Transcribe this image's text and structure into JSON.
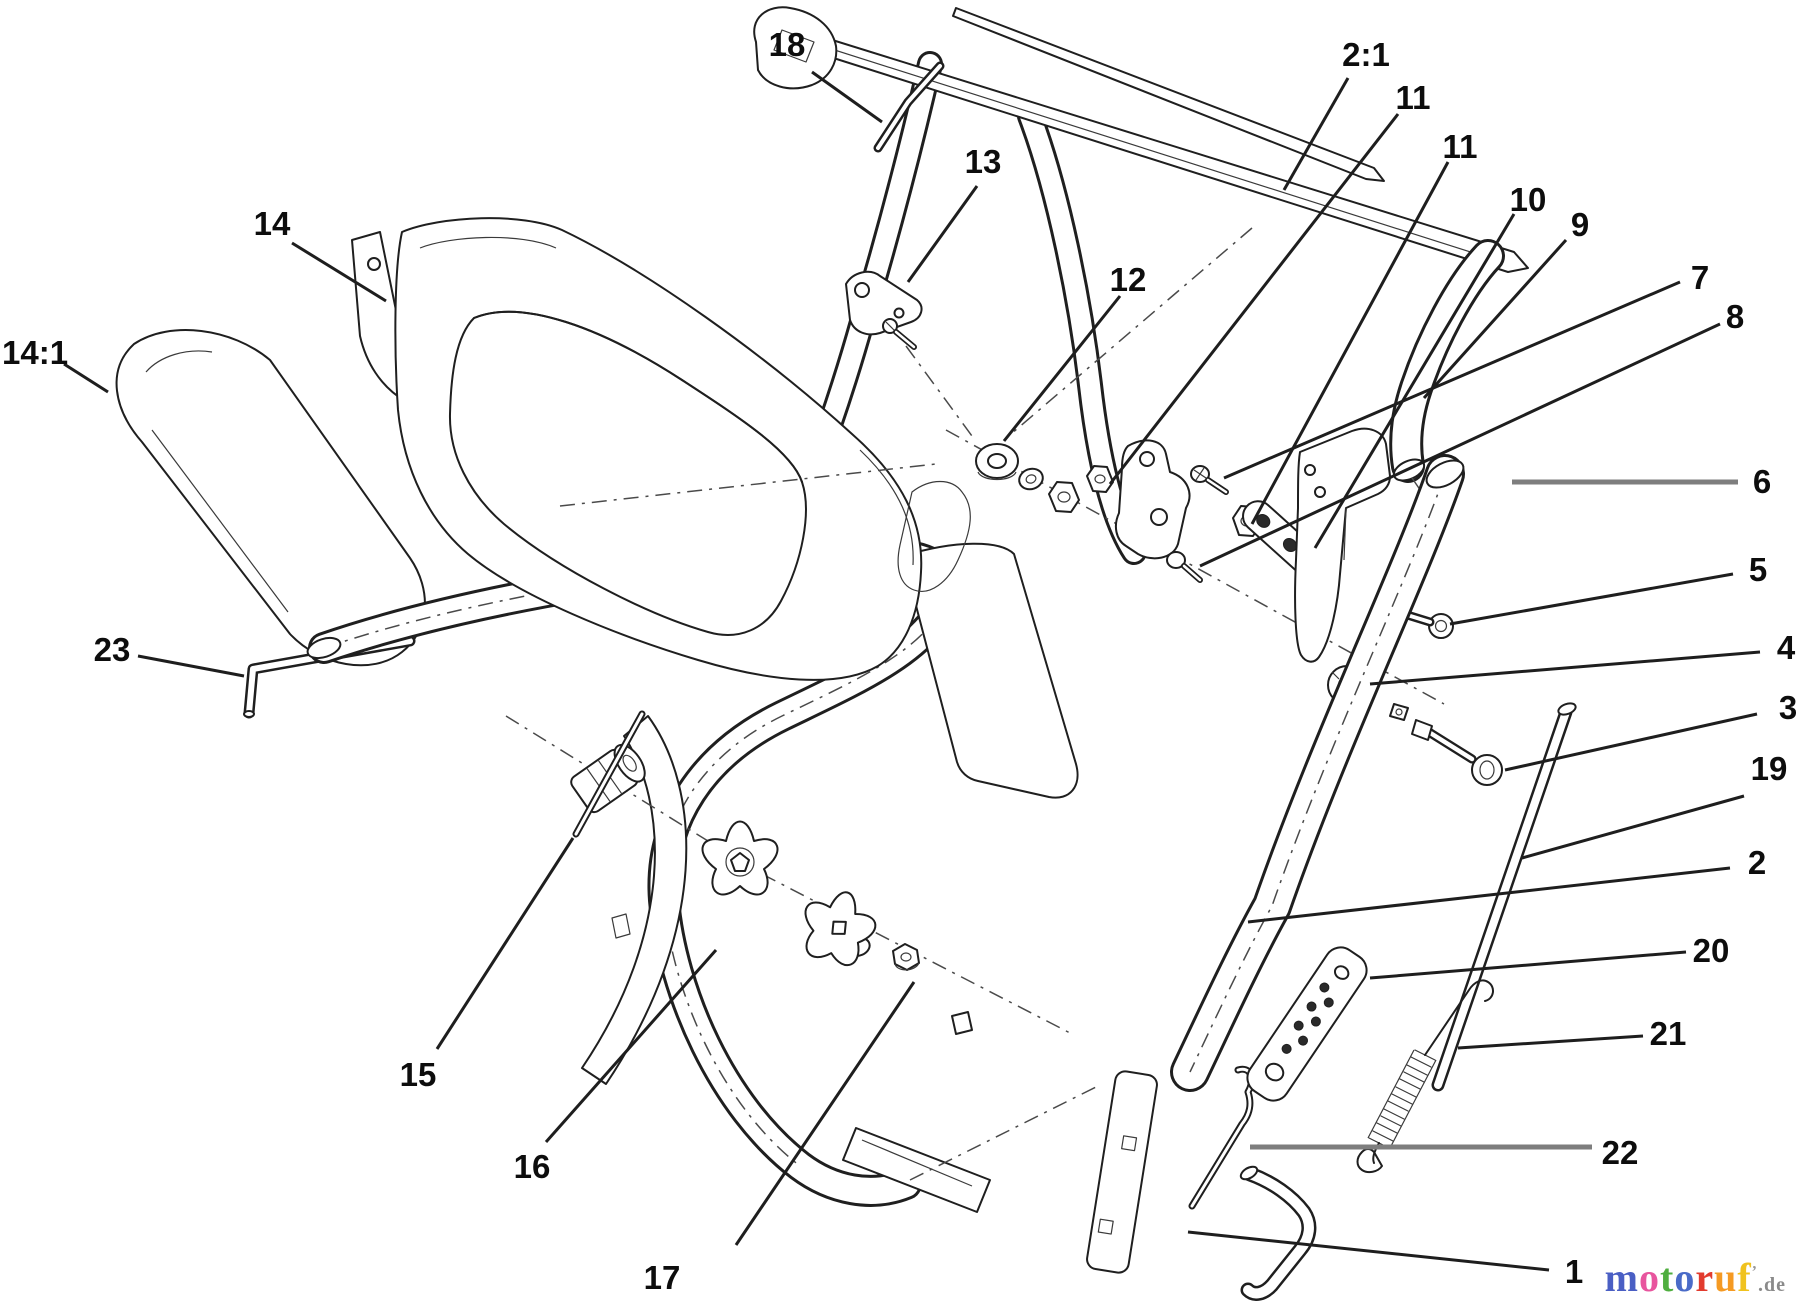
{
  "callouts": {
    "c1": "1",
    "c2": "2",
    "c3": "3",
    "c4": "4",
    "c5": "5",
    "c6": "6",
    "c7": "7",
    "c8": "8",
    "c9": "9",
    "c10": "10",
    "c11a": "11",
    "c11b": "11",
    "c12": "12",
    "c13": "13",
    "c14": "14",
    "c14_1": "14:1",
    "c15": "15",
    "c16": "16",
    "c17": "17",
    "c18": "18",
    "c19": "19",
    "c20": "20",
    "c21": "21",
    "c22": "22",
    "c23": "23",
    "c2_1": "2:1"
  },
  "watermark": {
    "letters": [
      {
        "ch": "m",
        "color": "#4a5fc4"
      },
      {
        "ch": "o",
        "color": "#e8559e"
      },
      {
        "ch": "t",
        "color": "#4fae3f"
      },
      {
        "ch": "o",
        "color": "#4a6bc8"
      },
      {
        "ch": "r",
        "color": "#e23b2e"
      },
      {
        "ch": "u",
        "color": "#f59a23"
      },
      {
        "ch": "f",
        "color": "#f0c21e"
      }
    ],
    "tick": "’",
    "suffix": ".de",
    "suffix_color": "#8a8a8a"
  }
}
